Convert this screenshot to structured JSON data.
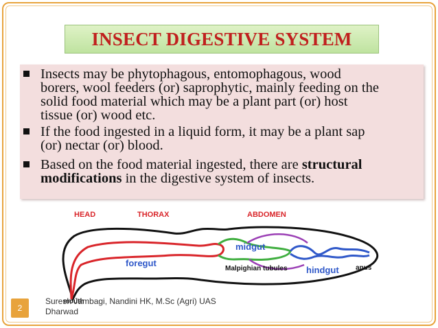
{
  "slide": {
    "title": "INSECT DIGESTIVE SYSTEM",
    "bullets": [
      {
        "lines": [
          "Insects may be phytophagous, entomophagous, wood",
          "borers, wool feeders (or) saprophytic, mainly feeding on the",
          "solid food material which may be a plant part (or) host",
          "tissue (or) wood etc."
        ]
      },
      {
        "lines": [
          "If the food ingested in a liquid form, it may be a plant sap",
          "(or) nectar (or) blood."
        ]
      },
      {
        "pre": "Based on the food material ingested, there are ",
        "bold1": "structural",
        "bold2": "modifications",
        "post": " in the digestive system of insects."
      }
    ],
    "footer": {
      "page_number": "2",
      "credit_line1": "Suresh Jambagi, Nandini HK, M.Sc (Agri) UAS",
      "credit_line2": "Dharwad"
    }
  },
  "diagram": {
    "labels": {
      "head": "HEAD",
      "thorax": "THORAX",
      "abdomen": "ABDOMEN",
      "midgut": "midgut",
      "foregut": "foregut",
      "malpighian": "Malpighian tubules",
      "hindgut": "hindgut",
      "anus": "anus",
      "mouth": "mouth"
    },
    "colors": {
      "foregut": "#d9252a",
      "midgut": "#3fae3f",
      "hindgut": "#2f58c9",
      "malpighian": "#9b3fb5",
      "header": "#d9252a",
      "outline": "#111111"
    }
  }
}
